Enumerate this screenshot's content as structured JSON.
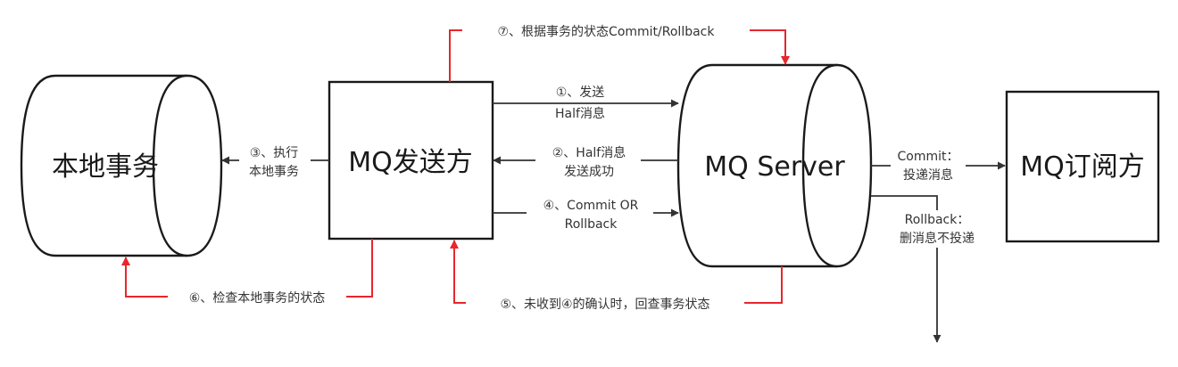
{
  "nodes": {
    "local_tx": "本地事务",
    "producer": "MQ发送方",
    "server": "MQ Server",
    "consumer": "MQ订阅方"
  },
  "edges": {
    "step1": [
      "①、发送",
      "Half消息"
    ],
    "step2": [
      "②、Half消息",
      "发送成功"
    ],
    "step3": [
      "③、执行",
      "本地事务"
    ],
    "step4": [
      "④、Commit OR",
      "Rollback"
    ],
    "step5": "⑤、未收到④的确认时，回查事务状态",
    "step6": "⑥、检查本地事务的状态",
    "step7": "⑦、根据事务的状态Commit/Rollback",
    "commit": [
      "Commit：",
      "投递消息"
    ],
    "rollback": [
      "Rollback：",
      "删消息不投递"
    ]
  },
  "colors": {
    "outline": "#1a1a1a",
    "flow_arrow": "#333333",
    "check_flow": "#e8262c"
  }
}
